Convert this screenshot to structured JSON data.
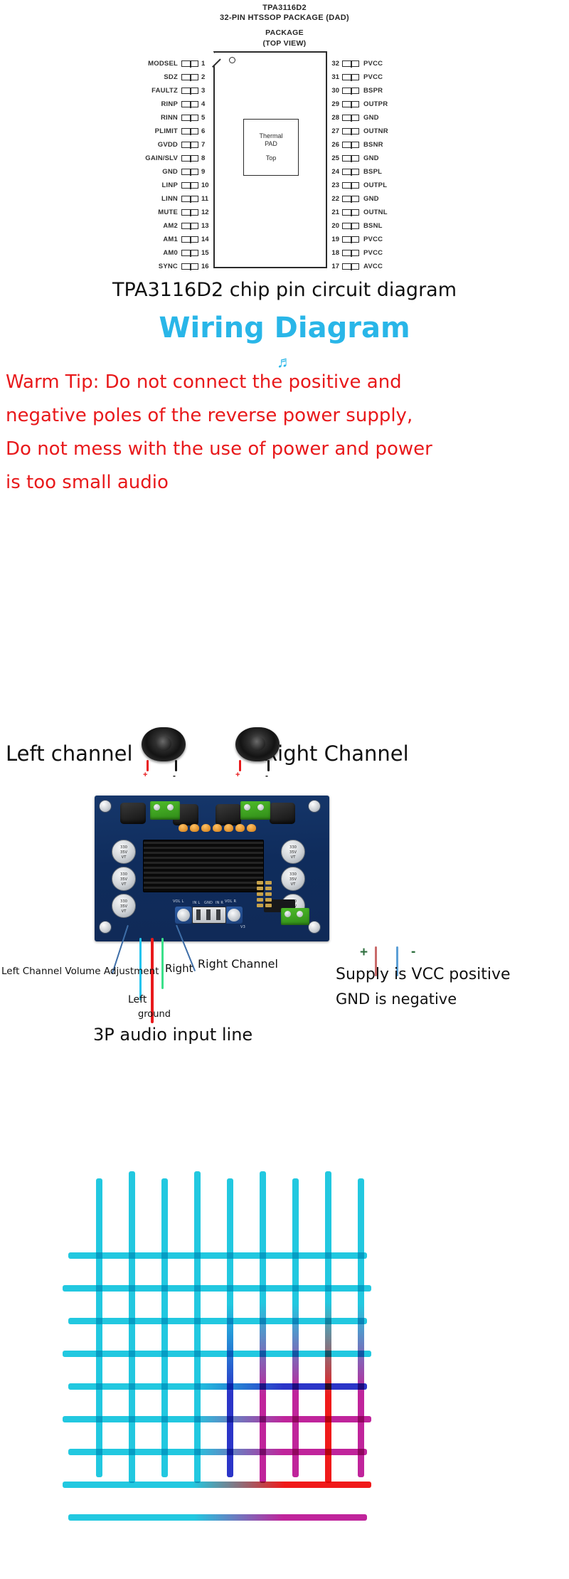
{
  "pin_diagram": {
    "title_line1": "TPA3116D2",
    "title_line2": "32-PIN HTSSOP PACKAGE (DAD)",
    "title_line3": "PACKAGE",
    "title_line4": "(TOP VIEW)",
    "thermal_pad": {
      "line1": "Thermal",
      "line2": "PAD",
      "line3": "Top"
    },
    "pin1_marker": "pin1-indicator-dot",
    "left_pins": [
      {
        "num": "1",
        "name": "MODSEL"
      },
      {
        "num": "2",
        "name": "SDZ"
      },
      {
        "num": "3",
        "name": "FAULTZ"
      },
      {
        "num": "4",
        "name": "RINP"
      },
      {
        "num": "5",
        "name": "RINN"
      },
      {
        "num": "6",
        "name": "PLIMIT"
      },
      {
        "num": "7",
        "name": "GVDD"
      },
      {
        "num": "8",
        "name": "GAIN/SLV"
      },
      {
        "num": "9",
        "name": "GND"
      },
      {
        "num": "10",
        "name": "LINP"
      },
      {
        "num": "11",
        "name": "LINN"
      },
      {
        "num": "12",
        "name": "MUTE"
      },
      {
        "num": "13",
        "name": "AM2"
      },
      {
        "num": "14",
        "name": "AM1"
      },
      {
        "num": "15",
        "name": "AM0"
      },
      {
        "num": "16",
        "name": "SYNC"
      }
    ],
    "right_pins": [
      {
        "num": "32",
        "name": "PVCC"
      },
      {
        "num": "31",
        "name": "PVCC"
      },
      {
        "num": "30",
        "name": "BSPR"
      },
      {
        "num": "29",
        "name": "OUTPR"
      },
      {
        "num": "28",
        "name": "GND"
      },
      {
        "num": "27",
        "name": "OUTNR"
      },
      {
        "num": "26",
        "name": "BSNR"
      },
      {
        "num": "25",
        "name": "GND"
      },
      {
        "num": "24",
        "name": "BSPL"
      },
      {
        "num": "23",
        "name": "OUTPL"
      },
      {
        "num": "22",
        "name": "GND"
      },
      {
        "num": "21",
        "name": "OUTNL"
      },
      {
        "num": "20",
        "name": "BSNL"
      },
      {
        "num": "19",
        "name": "PVCC"
      },
      {
        "num": "18",
        "name": "PVCC"
      },
      {
        "num": "17",
        "name": "AVCC"
      }
    ],
    "caption": "TPA3116D2 chip pin circuit diagram"
  },
  "wiring": {
    "title": "Wiring Diagram",
    "title_color": "#29B6E8",
    "music_note_icon": "music-note-icon",
    "tip_color": "#E8191B",
    "tip_lines": [
      "Warm Tip: Do not connect the positive and",
      "negative poles of the reverse power supply,",
      "Do not mess with the use of power and power",
      "is too small audio"
    ]
  },
  "board": {
    "left_channel_label": "Left channel",
    "right_channel_label": "Right Channel",
    "speaker_icon": "speaker-icon",
    "speaker_terminals": {
      "positive": "+",
      "negative": "-"
    },
    "annotations": {
      "left_volume": "Left Channel Volume Adjustment",
      "left_wire": "Left",
      "ground_wire": "ground",
      "right_wire": "Right",
      "right_channel": "Right Channel",
      "audio_input": "3P audio input line",
      "supply_positive": "Supply is VCC positive",
      "gnd_negative": "GND is negative",
      "polarity_plus": "+",
      "polarity_minus": "-"
    },
    "silkscreen": {
      "vol_left": "VOL L",
      "vol_right": "VOL R",
      "in_left": "IN L",
      "gnd": "GND",
      "in_right": "IN R",
      "version": "V3",
      "cap_value_line1": "330",
      "cap_value_line2": "35V",
      "cap_value_line3": "VT"
    },
    "wire_colors": {
      "left": "#23C3EE",
      "ground": "#E8191B",
      "right": "#3BE08A",
      "leader": "#3E6EA8",
      "supply_positive": "#C96A6A",
      "supply_negative": "#5C9FD6"
    }
  },
  "grid_graphic": {
    "icon": "woven-grid-pattern",
    "horizontal_line_count": 9,
    "vertical_line_count": 9,
    "color_cyan": "#22C8E0",
    "color_magenta": "#C0249B",
    "color_red": "#F01A1A",
    "color_blue": "#2B35C8"
  }
}
